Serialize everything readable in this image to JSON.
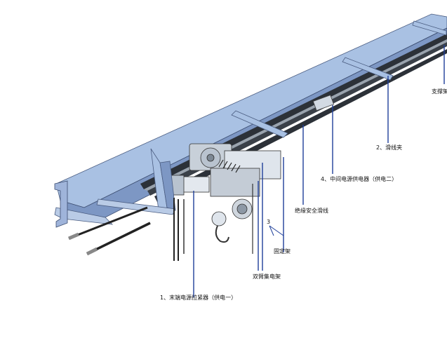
{
  "diagram": {
    "labels": {
      "support": "支撑架",
      "clamp": "2、滑线夹",
      "middle_feeder": "4、中间电源供电器（供电二）",
      "insulated_rail": "绝缘安全滑线",
      "number_3": "3",
      "fixed_frame": "固定架",
      "double_arm_collector": "双臂集电架",
      "end_feeder": "1、末端电源拉紧器（供电一）"
    },
    "colors": {
      "beam": "#a9c1e3",
      "beam_shade": "#7d97c4",
      "rail": "#2c3138",
      "rail_light": "#9aa3ad",
      "leader": "#1f3f9a",
      "metal": "#c8d0d9"
    }
  }
}
